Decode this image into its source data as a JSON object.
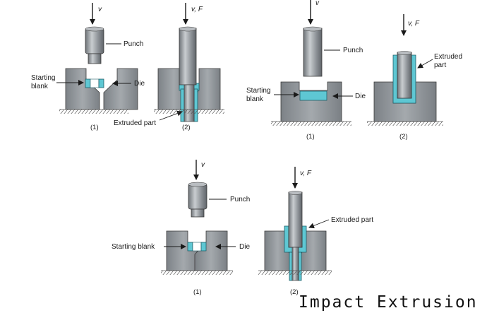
{
  "title": "Impact Extrusion",
  "colors": {
    "die": "#8f9499",
    "punch": "#9aa0a5",
    "blank": "#5ec7d3",
    "ink": "#1a1a1a"
  },
  "figure_a": {
    "punch_label": "Punch",
    "die_label": "Die",
    "blank_label_line1": "Starting",
    "blank_label_line2": "blank",
    "part_label": "Extruded part",
    "velocity_label": "v",
    "velocity_force_label": "v, F",
    "step1": "(1)",
    "step2": "(2)"
  },
  "figure_b": {
    "punch_label": "Punch",
    "die_label": "Die",
    "blank_label_line1": "Starting",
    "blank_label_line2": "blank",
    "part_label_line1": "Extruded",
    "part_label_line2": "part",
    "velocity_label": "v",
    "velocity_force_label": "v, F",
    "step1": "(1)",
    "step2": "(2)"
  },
  "figure_c": {
    "punch_label": "Punch",
    "die_label": "Die",
    "blank_label": "Starting blank",
    "part_label": "Extruded part",
    "velocity_label": "v",
    "velocity_force_label": "v, F",
    "step1": "(1)",
    "step2": "(2)"
  }
}
